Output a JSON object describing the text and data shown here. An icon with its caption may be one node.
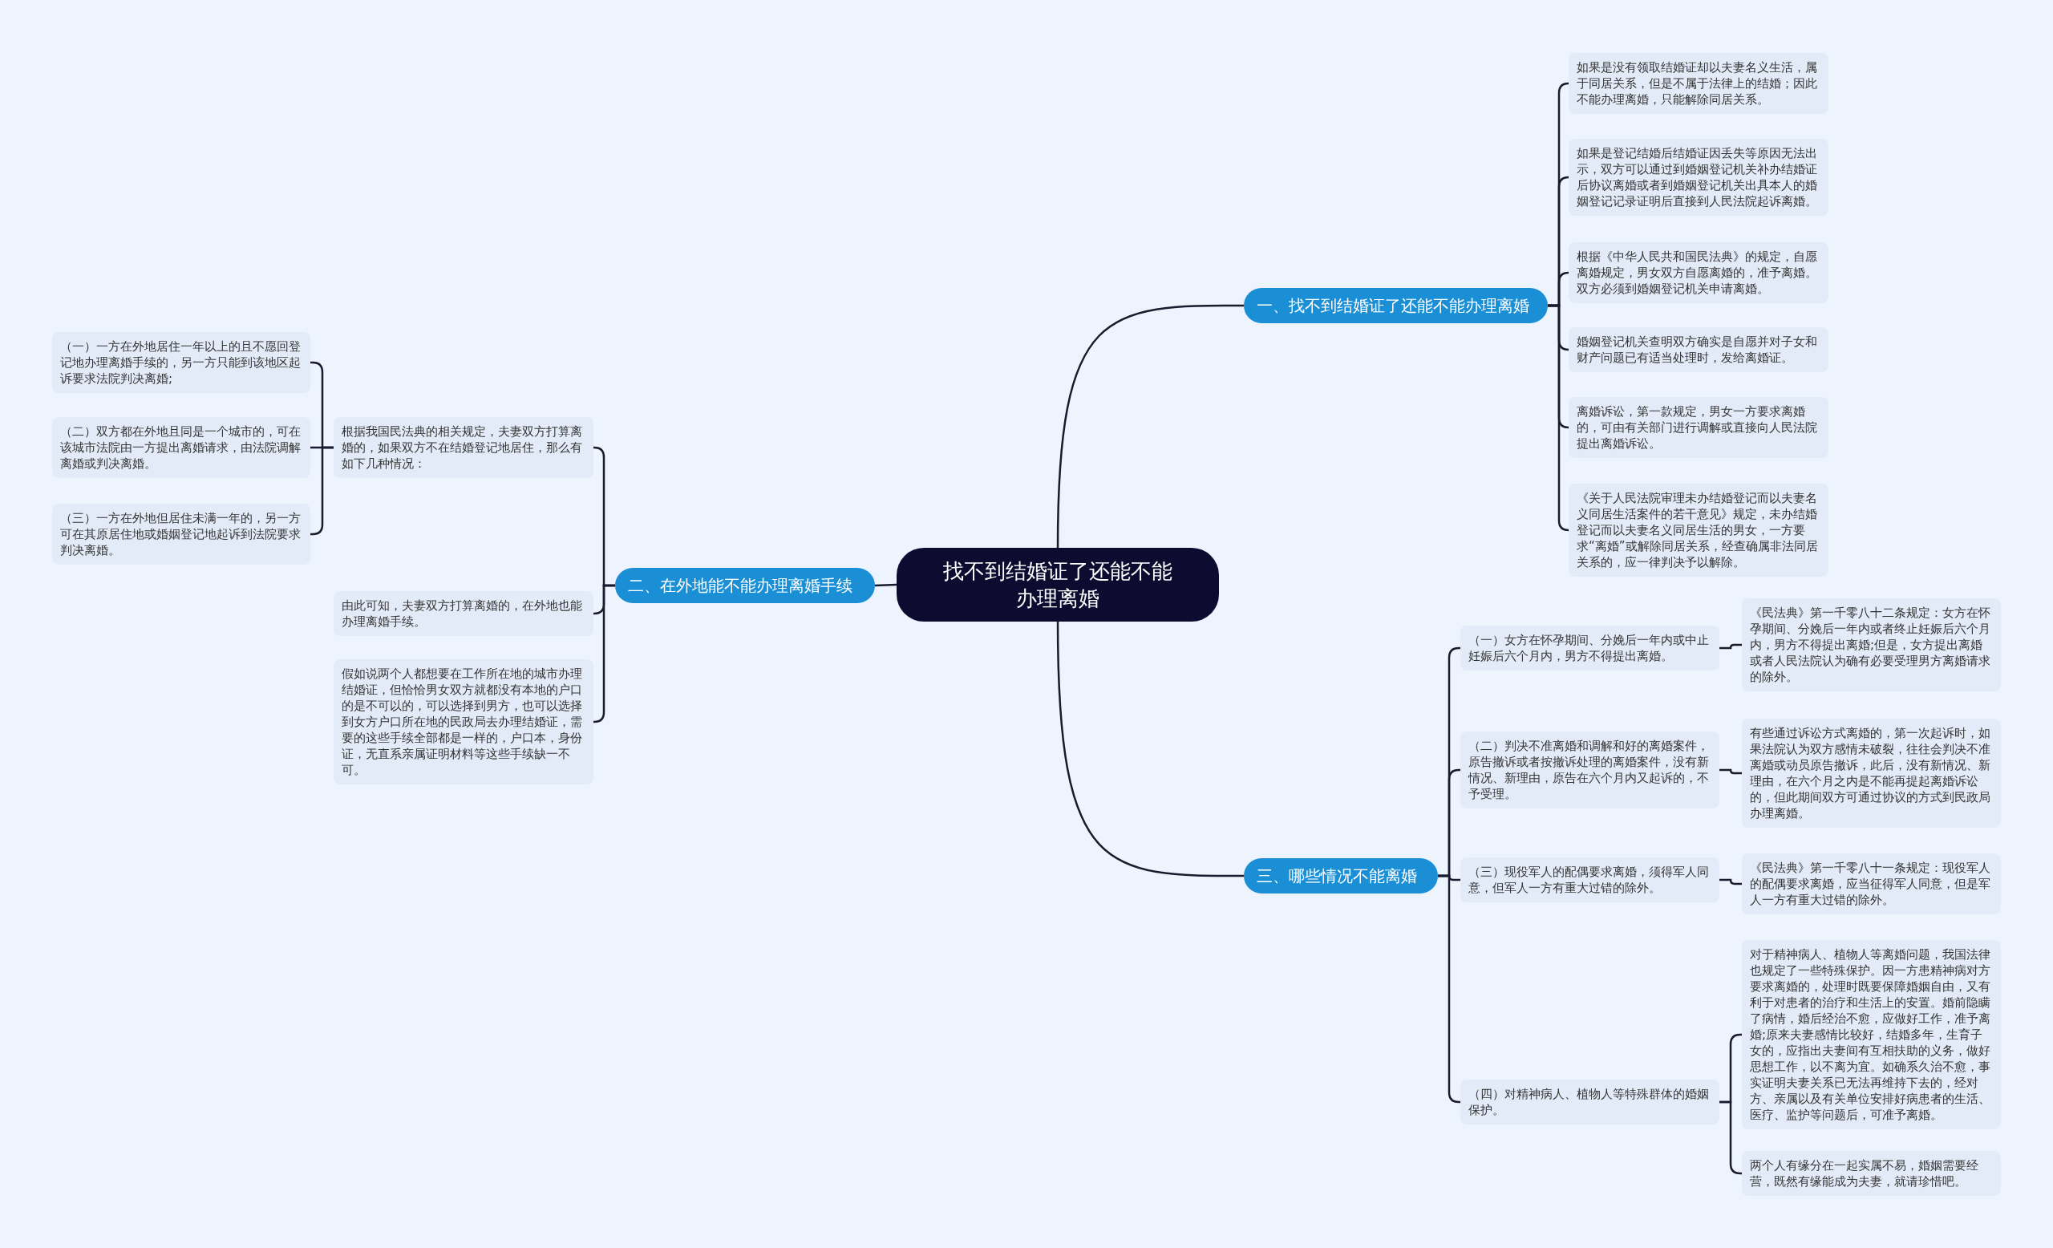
{
  "diagram": {
    "nodes": [
      {
        "text": [
          "找不到结婚证了还能不能办理离婚"
        ]
      },
      {
        "text": [
          "一、找不到结婚证了还能不能办理离婚"
        ]
      },
      {
        "text": [
          "如果是没有领取结婚证却以夫妻名义生活，属于同居关系，但是不属于法律上的结婚；因此不能办理离婚，只能解除同居关系。"
        ]
      },
      {
        "text": [
          "如果是登记结婚后结婚证因丢失等原因无法出示，双方可以通过到婚姻登记机关补办结婚证后协议离婚或者到婚姻登记机关出具本人的婚姻登记记录证明后直接到人民法院起诉离婚。"
        ]
      },
      {
        "text": [
          "根据《中华人民共和国民法典》的规定，自愿离婚规定，男女双方自愿离婚的，准予离婚。双方必须到婚姻登记机关申请离婚。"
        ]
      },
      {
        "text": [
          "婚姻登记机关查明双方确实是自愿并对子女和财产问题已有适当处理时，发给离婚证。"
        ]
      },
      {
        "text": [
          "离婚诉讼，第一款规定，男女一方要求离婚的，可由有关部门进行调解或直接向人民法院提出离婚诉讼。"
        ]
      },
      {
        "text": [
          "《关于人民法院审理未办结婚登记而以夫妻名义同居生活案件的若干意见》规定，未办结婚登记而以夫妻名义同居生活的男女，一方要求“离婚”或解除同居关系，经查确属非法同居关系的，应一律判决予以解除。"
        ]
      },
      {
        "text": [
          "二、在外地能不能办理离婚手续"
        ]
      },
      {
        "text": [
          "根据我国民法典的相关规定，夫妻双方打算离婚的，如果双方不在结婚登记地居住，那么有如下几种情况："
        ]
      },
      {
        "text": [
          "（一）一方在外地居住一年以上的且不愿回登记地办理离婚手续的，另一方只能到该地区起诉要求法院判决离婚;"
        ]
      },
      {
        "text": [
          "（二）双方都在外地且同是一个城市的，可在该城市法院由一方提出离婚请求，由法院调解离婚或判决离婚。"
        ]
      },
      {
        "text": [
          "（三）一方在外地但居住未满一年的，另一方可在其原居住地或婚姻登记地起诉到法院要求判决离婚。"
        ]
      },
      {
        "text": [
          "由此可知，夫妻双方打算离婚的，在外地也能办理离婚手续。"
        ]
      },
      {
        "text": [
          "假如说两个人都想要在工作所在地的城市办理结婚证，但恰恰男女双方就都没有本地的户口的是不可以的，可以选择到男方，也可以选择到女方户口所在地的民政局去办理结婚证，需要的这些手续全部都是一样的，户口本，身份证，无直系亲属证明材料等这些手续缺一不可。"
        ]
      },
      {
        "text": [
          "三、哪些情况不能离婚"
        ]
      },
      {
        "text": [
          "（一）女方在怀孕期间、分娩后一年内或中止妊娠后六个月内，男方不得提出离婚。"
        ]
      },
      {
        "text": [
          "《民法典》第一千零八十二条规定：女方在怀孕期间、分娩后一年内或者终止妊娠后六个月内，男方不得提出离婚;但是，女方提出离婚或者人民法院认为确有必要受理男方离婚请求的除外。"
        ]
      },
      {
        "text": [
          "（二）判决不准离婚和调解和好的离婚案件，原告撤诉或者按撤诉处理的离婚案件，没有新情况、新理由，原告在六个月内又起诉的，不予受理。"
        ]
      },
      {
        "text": [
          "有些通过诉讼方式离婚的，第一次起诉时，如果法院认为双方感情未破裂，往往会判决不准离婚或动员原告撤诉，此后，没有新情况、新理由，在六个月之内是不能再提起离婚诉讼的，但此期间双方可通过协议的方式到民政局办理离婚。"
        ]
      },
      {
        "text": [
          "（三）现役军人的配偶要求离婚，须得军人同意，但军人一方有重大过错的除外。"
        ]
      },
      {
        "text": [
          "《民法典》第一千零八十一条规定：现役军人的配偶要求离婚，应当征得军人同意，但是军人一方有重大过错的除外。"
        ]
      },
      {
        "text": [
          "（四）对精神病人、植物人等特殊群体的婚姻保护。"
        ]
      },
      {
        "text": [
          "对于精神病人、植物人等离婚问题，我国法律也规定了一些特殊保护。因一方患精神病对方要求离婚的，处理时既要保障婚姻自由，又有利于对患者的治疗和生活上的安置。婚前隐瞒了病情，婚后经治不愈，应做好工作，准予离婚;原来夫妻感情比较好，结婚多年，生育子女的，应指出夫妻间有互相扶助的义务，做好思想工作，以不离为宜。如确系久治不愈，事实证明夫妻关系已无法再维持下去的，经对方、亲属以及有关单位安排好病患者的生活、医疗、监护等问题后，可准予离婚。"
        ]
      },
      {
        "text": [
          "两个人有缘分在一起实属不易，婚姻需要经营，既然有缘能成为夫妻，就请珍惜吧。"
        ]
      }
    ],
    "edges": [
      {
        "from": 0,
        "to": 1,
        "arrow": "none"
      },
      {
        "from": 0,
        "to": 8,
        "arrow": "none"
      },
      {
        "from": 0,
        "to": 15,
        "arrow": "none"
      },
      {
        "from": 1,
        "to": 2,
        "arrow": "none"
      },
      {
        "from": 1,
        "to": 3,
        "arrow": "none"
      },
      {
        "from": 1,
        "to": 4,
        "arrow": "none"
      },
      {
        "from": 1,
        "to": 5,
        "arrow": "none"
      },
      {
        "from": 1,
        "to": 6,
        "arrow": "none"
      },
      {
        "from": 1,
        "to": 7,
        "arrow": "none"
      },
      {
        "from": 8,
        "to": 9,
        "arrow": "none"
      },
      {
        "from": 8,
        "to": 13,
        "arrow": "none"
      },
      {
        "from": 8,
        "to": 14,
        "arrow": "none"
      },
      {
        "from": 9,
        "to": 10,
        "arrow": "none"
      },
      {
        "from": 9,
        "to": 11,
        "arrow": "none"
      },
      {
        "from": 9,
        "to": 12,
        "arrow": "none"
      },
      {
        "from": 15,
        "to": 16,
        "arrow": "none"
      },
      {
        "from": 15,
        "to": 18,
        "arrow": "none"
      },
      {
        "from": 15,
        "to": 20,
        "arrow": "none"
      },
      {
        "from": 15,
        "to": 22,
        "arrow": "none"
      },
      {
        "from": 16,
        "to": 17,
        "arrow": "none"
      },
      {
        "from": 18,
        "to": 19,
        "arrow": "none"
      },
      {
        "from": 20,
        "to": 21,
        "arrow": "none"
      },
      {
        "from": 22,
        "to": 23,
        "arrow": "none"
      },
      {
        "from": 22,
        "to": 24,
        "arrow": "none"
      }
    ]
  }
}
